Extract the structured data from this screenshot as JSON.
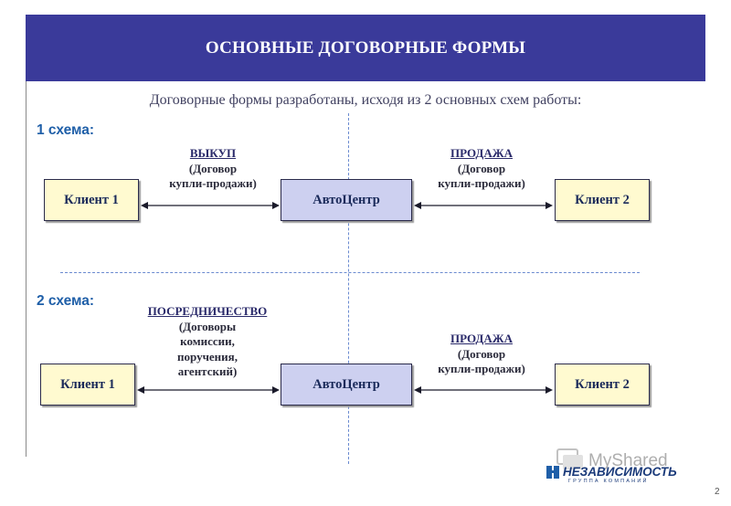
{
  "title": "ОСНОВНЫЕ ДОГОВОРНЫЕ ФОРМЫ",
  "intro": "Договорные формы разработаны, исходя из 2 основных схем работы:",
  "scheme1": {
    "label": "1 схема:",
    "left_box": "Клиент 1",
    "center_box": "АвтоЦентр",
    "right_box": "Клиент 2",
    "left_relation": {
      "title": "ВЫКУП",
      "desc": "(Договор\nкупли-продажи)"
    },
    "right_relation": {
      "title": "ПРОДАЖА",
      "desc": "(Договор\nкупли-продажи)"
    }
  },
  "scheme2": {
    "label": "2 схема:",
    "left_box": "Клиент 1",
    "center_box": "АвтоЦентр",
    "right_box": "Клиент 2",
    "left_relation": {
      "title": "ПОСРЕДНИЧЕСТВО",
      "desc": "(Договоры\nкомиссии,\nпоручения,\nагентский)"
    },
    "right_relation": {
      "title": "ПРОДАЖА",
      "desc": "(Договор\nкупли-продажи)"
    }
  },
  "logo": {
    "watermark": "MyShared",
    "brand": "НЕЗАВИСИМОСТЬ",
    "tagline": "ГРУППА КОМПАНИЙ"
  },
  "page_number": "2",
  "colors": {
    "header": "#3a3a9a",
    "client_box": "#fffad0",
    "center_box": "#cdd0f0",
    "scheme_label": "#1f5fa8"
  }
}
